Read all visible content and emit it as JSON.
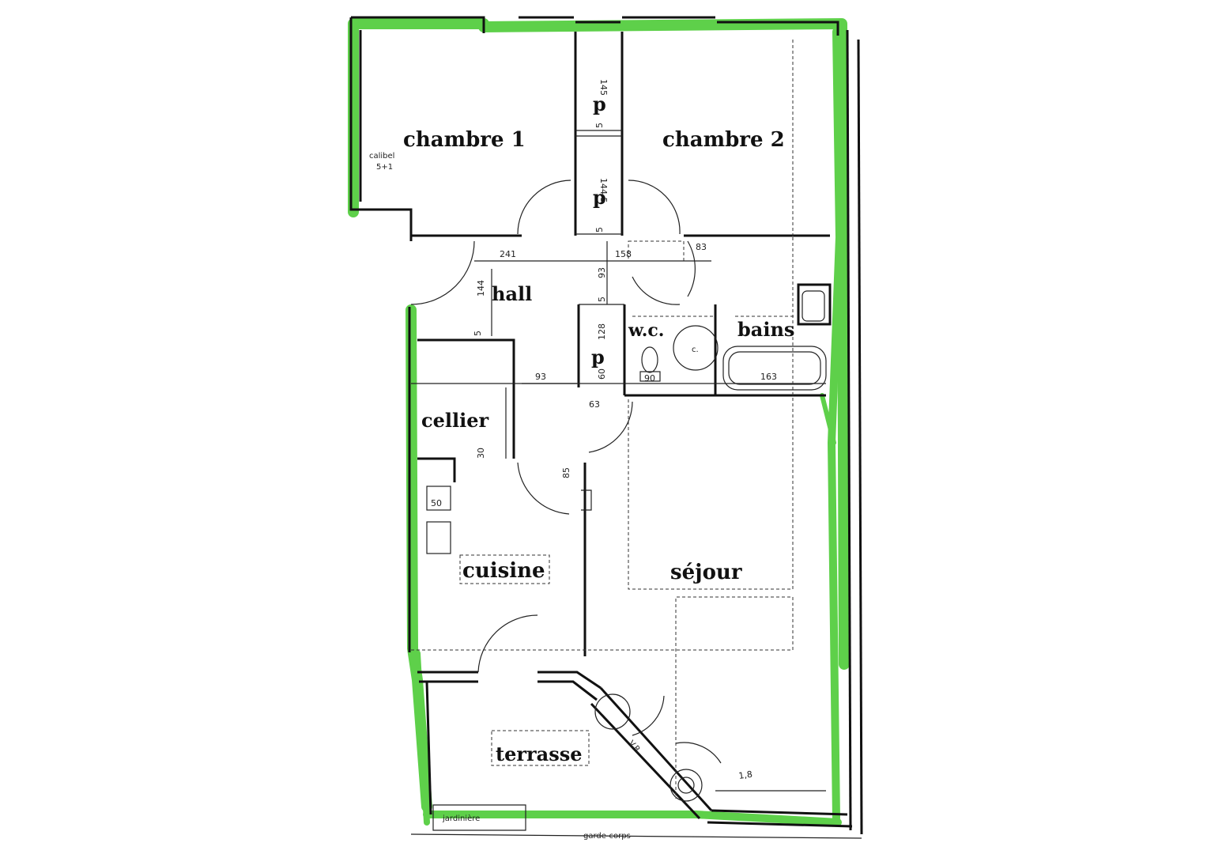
{
  "rooms": {
    "chambre1": "chambre 1",
    "chambre2": "chambre 2",
    "hall": "hall",
    "wc": "w.c.",
    "bains": "bains",
    "cellier": "cellier",
    "cuisine": "cuisine",
    "sejour": "séjour",
    "terrasse": "terrasse",
    "jardiniere": "jardinière",
    "garde_corps": "garde-corps"
  },
  "labels": {
    "calibel": "calibel",
    "calibel_dim": "5+1",
    "placard": "p",
    "vr": "V.R.",
    "c": "c.",
    "annotation": "1,8"
  },
  "dimensions": {
    "d241": "241",
    "d158": "158",
    "d144": "144",
    "d93a": "93",
    "d93b": "93",
    "d128": "128",
    "d163": "163",
    "d145": "145",
    "d1445": "144.5",
    "d5a": "5",
    "d5b": "5",
    "d5c": "5",
    "d5d": "5",
    "d60": "60",
    "d63": "63",
    "d83": "83",
    "d85": "85",
    "d90": "90",
    "d30": "30",
    "d50": "50"
  },
  "colors": {
    "highlight": "#5ed04a",
    "ink": "#111111"
  }
}
